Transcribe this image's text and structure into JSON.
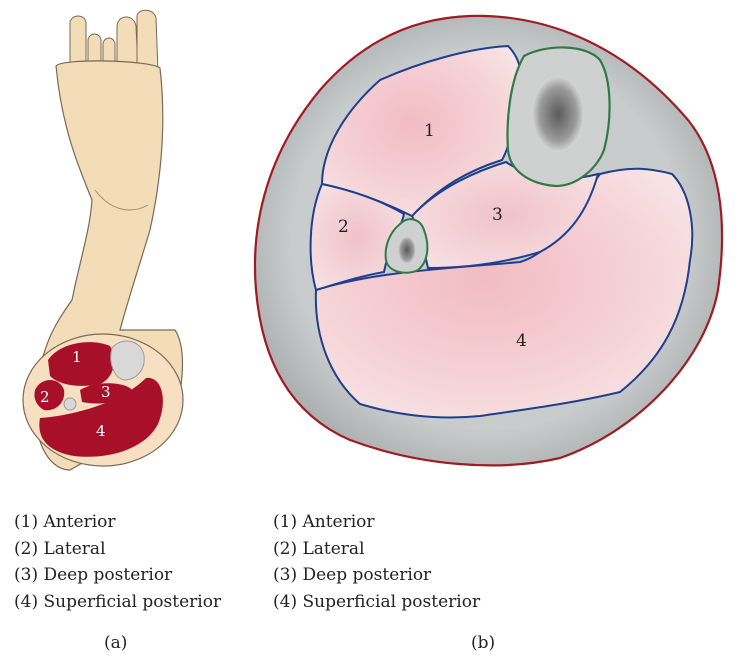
{
  "panel_a": {
    "label": "(a)",
    "numbers": [
      "1",
      "2",
      "3",
      "4"
    ],
    "legend": [
      "(1) Anterior",
      "(2) Lateral",
      "(3) Deep posterior",
      "(4) Superficial posterior"
    ]
  },
  "panel_b": {
    "label": "(b)",
    "numbers": [
      "1",
      "2",
      "3",
      "4"
    ],
    "legend": [
      "(1) Anterior",
      "(2) Lateral",
      "(3) Deep posterior",
      "(4) Superficial posterior"
    ]
  },
  "colors": {
    "skin": "#f3dcb8",
    "muscle_dark": "#a8102a",
    "compartment_fill": "#f6dede",
    "fascia_gray": "#b9bcbc",
    "septum_blue": "#1f3f8f",
    "bone_green": "#2f7a45",
    "outline_red": "#a01b22"
  }
}
